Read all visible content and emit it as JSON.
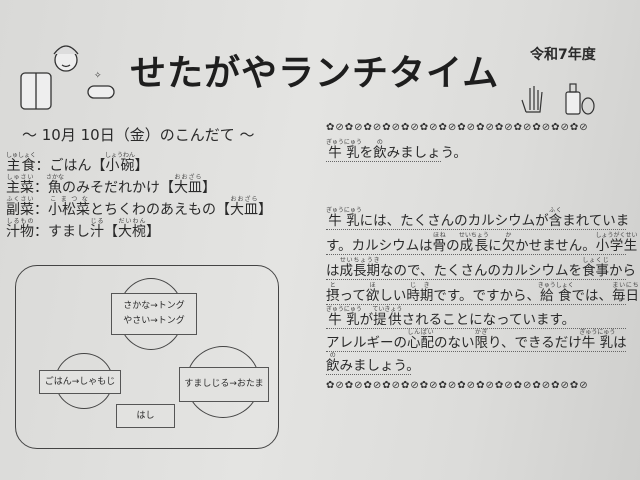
{
  "header": {
    "title": "せたがやランチタイム",
    "year": "令和7年度"
  },
  "date_heading": "～ 10月 10日（金）のこんだて ～",
  "menu": [
    [
      [
        "主食",
        "しゅしょく"
      ],
      [
        "："
      ],
      [
        "ごはん【"
      ],
      [
        "小碗",
        "しょうわん"
      ],
      [
        "】"
      ]
    ],
    [
      [
        "主菜",
        "しゅさい"
      ],
      [
        "："
      ],
      [
        "魚",
        "さかな"
      ],
      [
        "のみそだれかけ【"
      ],
      [
        "大皿",
        "おおざら"
      ],
      [
        "】"
      ]
    ],
    [
      [
        "副菜",
        "ふくさい"
      ],
      [
        "："
      ],
      [
        "小松菜",
        "こまつな"
      ],
      [
        "とちくわのあえもの【"
      ],
      [
        "大皿",
        "おおざら"
      ],
      [
        "】"
      ]
    ],
    [
      [
        "汁物",
        "しるもの"
      ],
      [
        "：すまし"
      ],
      [
        "汁",
        "じる"
      ],
      [
        "【"
      ],
      [
        "大椀",
        "だいわん"
      ],
      [
        "】"
      ]
    ]
  ],
  "diagram": {
    "top": [
      "さかな→トング",
      "やさい→トング"
    ],
    "left": "ごはん→しゃもじ",
    "right": "すましじる→おたま",
    "bottom": "はし"
  },
  "article": {
    "headline": [
      [
        "牛乳",
        "ぎゅうにゅう"
      ],
      [
        "を"
      ],
      [
        "飲",
        "の"
      ],
      [
        "みましょう。"
      ]
    ],
    "lines": [
      [
        [
          "牛乳",
          "ぎゅうにゅう"
        ],
        [
          "には、たくさんのカルシウムが"
        ],
        [
          "含",
          "ふく"
        ],
        [
          "まれていま"
        ]
      ],
      [
        [
          "す。カルシウムは"
        ],
        [
          "骨",
          "ほね"
        ],
        [
          "の"
        ],
        [
          "成長",
          "せいちょう"
        ],
        [
          "に"
        ],
        [
          "欠",
          "か"
        ],
        [
          "かせません。"
        ],
        [
          "小学生",
          "しょうがくせい"
        ]
      ],
      [
        [
          "は"
        ],
        [
          "成長期",
          "せいちょうき"
        ],
        [
          "なので、たくさんのカルシウムを"
        ],
        [
          "食事",
          "しょくじ"
        ],
        [
          "から"
        ]
      ],
      [
        [
          "摂",
          "と"
        ],
        [
          "って"
        ],
        [
          "欲",
          "ほ"
        ],
        [
          "しい"
        ],
        [
          "時期",
          "じき"
        ],
        [
          "です。ですから、"
        ],
        [
          "給食",
          "きゅうしょく"
        ],
        [
          "では、"
        ],
        [
          "毎日",
          "まいにち"
        ]
      ],
      [
        [
          "牛乳",
          "ぎゅうにゅう"
        ],
        [
          "が"
        ],
        [
          "提供",
          "ていきょう"
        ],
        [
          "されることになっています。"
        ]
      ],
      [
        [
          "アレルギーの"
        ],
        [
          "心配",
          "しんぱい"
        ],
        [
          "のない"
        ],
        [
          "限",
          "かぎ"
        ],
        [
          "り、できるだけ"
        ],
        [
          "牛乳",
          "ぎゅうにゅう"
        ],
        [
          "は"
        ]
      ],
      [
        [
          "飲",
          "の"
        ],
        [
          "みましょう。"
        ]
      ]
    ]
  },
  "decor": {
    "border_glyph": "✿⊘"
  }
}
